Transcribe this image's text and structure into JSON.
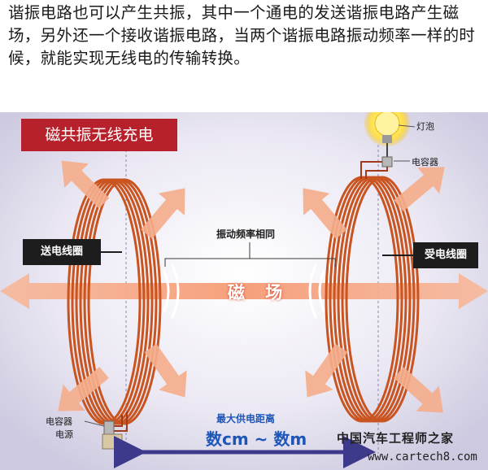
{
  "intro": {
    "text": "谐振电路也可以产生共振，其中一个通电的发送谐振电路产生磁场，另外还一个接收谐振电路，当两个谐振电路振动频率一样的时候，就能实现无线电的传输转换。"
  },
  "diagram": {
    "title": "磁共振无线充电",
    "transmit_coil_label": "送电线圈",
    "receive_coil_label": "受电线圈",
    "same_frequency_label": "振动频率相同",
    "magnetic_field_label": "磁 场",
    "bulb_label": "灯泡",
    "receiver_capacitor_label": "电容器",
    "transmitter_capacitor_label": "电容器",
    "power_source_label": "电源",
    "max_distance_label": "最大供电距离",
    "distance_range": "数cm ~ 数m",
    "watermark": "中国汽车工程师之家",
    "watermark_url": "www.cartech8.com",
    "colors": {
      "coil": "#c9541f",
      "arrow": "#f4ae8c",
      "title_bg": "#b7212b",
      "distance": "#1e56b8",
      "background": "#dcd8ec"
    }
  }
}
